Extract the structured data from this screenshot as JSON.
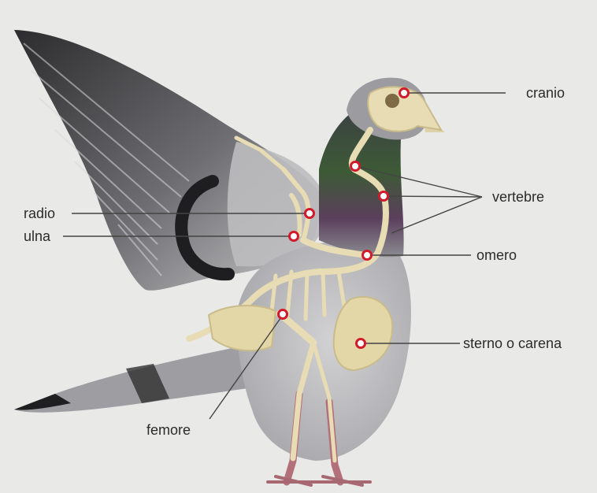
{
  "labels": {
    "cranio": "cranio",
    "vertebre": "vertebre",
    "radio": "radio",
    "ulna": "ulna",
    "omero": "omero",
    "sterno": "sterno o carena",
    "femore": "femore"
  },
  "colors": {
    "background": "#e9e9e8",
    "leader_line": "#444444",
    "marker_ring": "#d21a2a",
    "bone": "#e7dcb4",
    "feather_grey": "#b9b9bb",
    "feather_dark": "#2b2b2d",
    "neck_green": "#3d5a36",
    "feet": "#b3707a"
  }
}
